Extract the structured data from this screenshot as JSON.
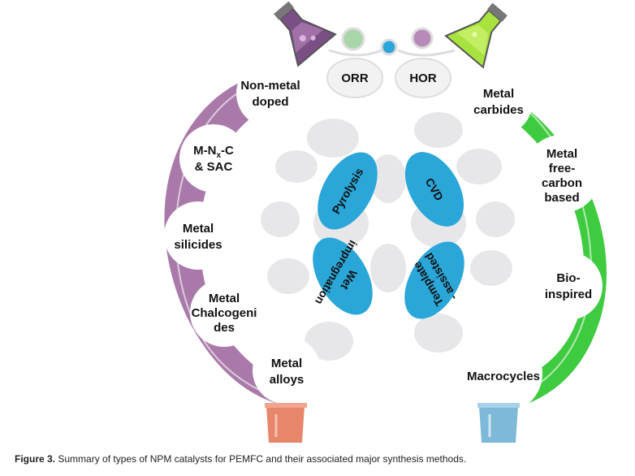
{
  "reactions": {
    "orr": "ORR",
    "hor": "HOR"
  },
  "left_categories": [
    [
      "Non-metal",
      "doped"
    ],
    [
      "M-N",
      "-C",
      "& SAC"
    ],
    [
      "Metal",
      "silicides"
    ],
    [
      "Metal",
      "Chalcogeni",
      "des"
    ],
    [
      "Metal",
      "alloys"
    ]
  ],
  "left_subscript": "x",
  "right_categories": [
    [
      "Metal",
      "carbides"
    ],
    [
      "Metal",
      "free-",
      "carbon",
      "based"
    ],
    [
      "Bio-",
      "inspired"
    ],
    [
      "Macrocycles"
    ]
  ],
  "methods": {
    "pyrolysis": "Pyrolysis",
    "cvd": "CVD",
    "wet": [
      "Wet",
      "impregnation"
    ],
    "template": [
      "Template",
      "- assisted"
    ]
  },
  "caption": {
    "label": "Figure 3.",
    "text": " Summary of types of NPM catalysts for PEMFC and their associated major synthesis methods."
  },
  "colors": {
    "purple": "#a97aa9",
    "green": "#3fcb3f",
    "blue": "#2aa7d8",
    "cloud": "#e7e7ea",
    "beaker_left": "#e8866b",
    "beaker_right": "#7fb9d9"
  }
}
